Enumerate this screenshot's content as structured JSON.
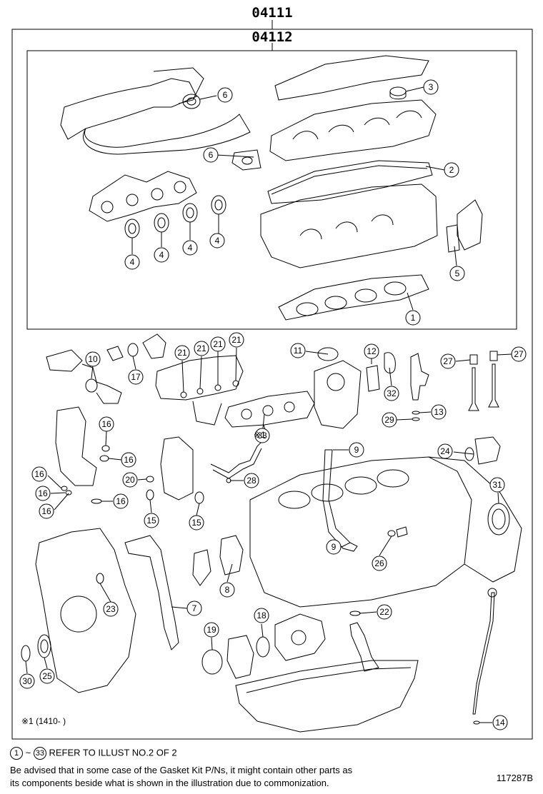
{
  "header": {
    "code_outer": "04111",
    "code_inner": "04112"
  },
  "callouts": {
    "c1": "1",
    "c2": "2",
    "c3": "3",
    "c4": "4",
    "c5": "5",
    "c6": "6",
    "c7": "7",
    "c8": "8",
    "c9": "9",
    "c10": "10",
    "c11": "11",
    "c12": "12",
    "c13": "13",
    "c14": "14",
    "c15": "15",
    "c16": "16",
    "c17": "17",
    "c18": "18",
    "c19": "19",
    "c20": "20",
    "c21": "21",
    "c22": "22",
    "c23": "23",
    "c24": "24",
    "c25": "25",
    "c26": "26",
    "c27": "27",
    "c28": "28",
    "c29": "29",
    "c30": "30",
    "c31": "31",
    "c32": "32",
    "c33": "33"
  },
  "applicability": {
    "mark": "※1",
    "date_range": "(1410-        )",
    "inline_mark": "※1"
  },
  "footnotes": {
    "range_start": "1",
    "range_tilde": "~",
    "range_end": "33",
    "range_text": "REFER TO ILLUST NO.2 OF 2",
    "advice_line1": "Be advised that in some case of the Gasket Kit P/Ns,  it might contain other parts as",
    "advice_line2": "its components beside what is shown in the illustration due to commonization.",
    "illustration_ref": "117287B"
  },
  "colors": {
    "line": "#000000",
    "background": "#ffffff"
  }
}
